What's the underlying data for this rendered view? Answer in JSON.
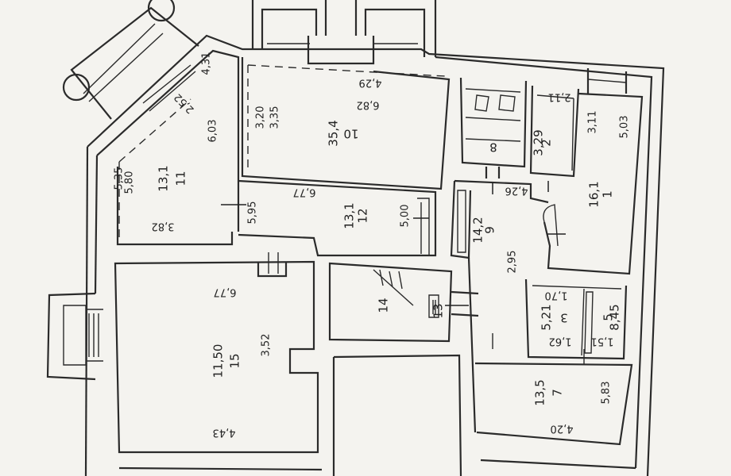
{
  "floor_plan": {
    "rooms": [
      {
        "number": "11",
        "area": "13,1",
        "dims": [
          "2,52",
          "3,82",
          "5,80",
          "5,35",
          "6,03",
          "4,31"
        ]
      },
      {
        "number": "10",
        "area": "35,4",
        "dims": [
          "3,20",
          "3,35",
          "6,82",
          "4,29"
        ]
      },
      {
        "number": "12",
        "area": "13,1",
        "dims": [
          "6,77",
          "5,00",
          "5,95"
        ]
      },
      {
        "number": "8",
        "area": "",
        "dims": []
      },
      {
        "number": "2",
        "area": "3,29",
        "dims": [
          "2,11"
        ]
      },
      {
        "number": "1",
        "area": "16,1",
        "dims": [
          "3,11",
          "5,03"
        ]
      },
      {
        "number": "9",
        "area": "14,2",
        "dims": [
          "4,26",
          "2,95"
        ]
      },
      {
        "number": "3",
        "area": "5,21",
        "dims": [
          "1,70",
          "1,62"
        ]
      },
      {
        "number": "5",
        "area": "8,45",
        "dims": [
          "1,51"
        ]
      },
      {
        "number": "14",
        "area": "",
        "dims": []
      },
      {
        "number": "13",
        "area": "",
        "dims": []
      },
      {
        "number": "15",
        "area": "11,50",
        "dims": [
          "6,77",
          "3,52",
          "4,43"
        ]
      },
      {
        "number": "7",
        "area": "13,5",
        "dims": [
          "5,83",
          "4,20"
        ]
      }
    ]
  }
}
